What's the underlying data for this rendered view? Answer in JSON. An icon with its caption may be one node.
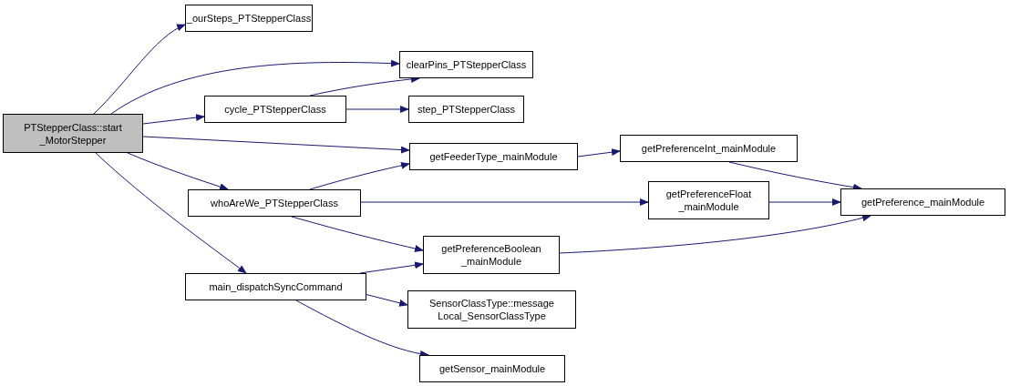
{
  "diagram": {
    "nodes": [
      {
        "text": [
          "PTStepperClass::start _MotorStepper"
        ]
      },
      {
        "text": [
          "_ourSteps_PTStepperClass"
        ]
      },
      {
        "text": [
          "clearPins_PTStepperClass"
        ]
      },
      {
        "text": [
          "cycle_PTStepperClass"
        ]
      },
      {
        "text": [
          "step_PTStepperClass"
        ]
      },
      {
        "text": [
          "getFeederType_mainModule"
        ]
      },
      {
        "text": [
          "getPreferenceInt_mainModule"
        ]
      },
      {
        "text": [
          "whoAreWe_PTStepperClass"
        ]
      },
      {
        "text": [
          "getPreferenceFloat _mainModule"
        ]
      },
      {
        "text": [
          "getPreference_mainModule"
        ]
      },
      {
        "text": [
          "getPreferenceBoolean _mainModule"
        ]
      },
      {
        "text": [
          "main_dispatchSyncCommand"
        ]
      },
      {
        "text": [
          "SensorClassType::message Local_SensorClassType"
        ]
      },
      {
        "text": [
          "getSensor_mainModule"
        ]
      }
    ],
    "edges": [
      {
        "from": 0,
        "to": 1,
        "arrow": "to"
      },
      {
        "from": 0,
        "to": 2,
        "arrow": "to"
      },
      {
        "from": 0,
        "to": 3,
        "arrow": "to"
      },
      {
        "from": 0,
        "to": 5,
        "arrow": "to"
      },
      {
        "from": 0,
        "to": 7,
        "arrow": "to"
      },
      {
        "from": 0,
        "to": 11,
        "arrow": "to"
      },
      {
        "from": 3,
        "to": 2,
        "arrow": "to"
      },
      {
        "from": 3,
        "to": 4,
        "arrow": "to"
      },
      {
        "from": 5,
        "to": 6,
        "arrow": "to"
      },
      {
        "from": 6,
        "to": 9,
        "arrow": "to"
      },
      {
        "from": 7,
        "to": 5,
        "arrow": "to"
      },
      {
        "from": 7,
        "to": 8,
        "arrow": "to"
      },
      {
        "from": 7,
        "to": 10,
        "arrow": "to"
      },
      {
        "from": 8,
        "to": 9,
        "arrow": "to"
      },
      {
        "from": 10,
        "to": 9,
        "arrow": "to"
      },
      {
        "from": 11,
        "to": 10,
        "arrow": "to"
      },
      {
        "from": 11,
        "to": 12,
        "arrow": "to"
      },
      {
        "from": 11,
        "to": 13,
        "arrow": "to"
      }
    ]
  }
}
